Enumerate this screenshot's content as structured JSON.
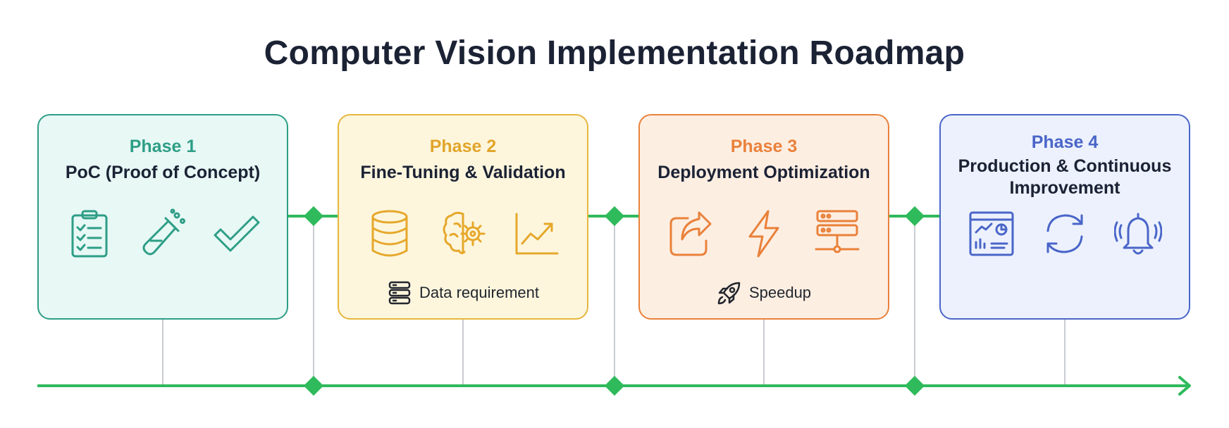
{
  "title": "Computer Vision Implementation Roadmap",
  "colors": {
    "timeline": "#2fba5b",
    "phase1": "#2e9e86",
    "phase2": "#e6b73c",
    "phase3": "#e9813a",
    "phase4": "#4a65c8"
  },
  "phases": [
    {
      "label": "Phase 1",
      "title": "PoC (Proof of Concept)",
      "icons": [
        "clipboard-checklist-icon",
        "test-tube-icon",
        "checkmark-icon"
      ],
      "note": ""
    },
    {
      "label": "Phase 2",
      "title": "Fine-Tuning & Validation",
      "icons": [
        "database-icon",
        "brain-gear-icon",
        "line-chart-icon"
      ],
      "note": "Data requirement",
      "note_icon": "server-stack-icon"
    },
    {
      "label": "Phase 3",
      "title": "Deployment Optimization",
      "icons": [
        "share-export-icon",
        "lightning-icon",
        "server-network-icon"
      ],
      "note": "Speedup",
      "note_icon": "rocket-icon"
    },
    {
      "label": "Phase 4",
      "title": "Production & Continuous Improvement",
      "icons": [
        "dashboard-monitor-icon",
        "refresh-cycle-icon",
        "alert-bell-icon"
      ],
      "note": ""
    }
  ]
}
